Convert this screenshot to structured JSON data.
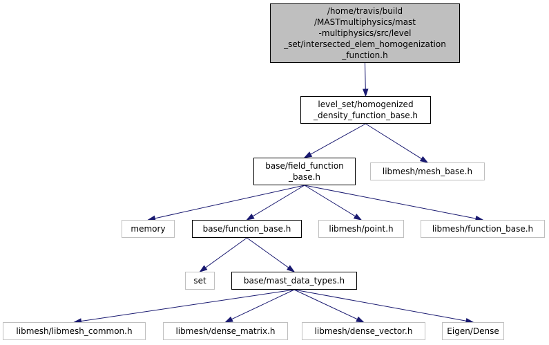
{
  "colors": {
    "edge": "#191970",
    "root_fill": "#bfbfbf",
    "documented_border": "#000000",
    "external_border": "#bfbfbf",
    "external_text": "#404040",
    "text": "#000000"
  },
  "nodes": [
    {
      "id": "root",
      "lines": [
        "/home/travis/build",
        "/MASTmultiphysics/mast",
        "-multiphysics/src/level",
        "_set/intersected_elem_homogenization",
        "_function.h"
      ],
      "kind": "root"
    },
    {
      "id": "homog",
      "lines": [
        "level_set/homogenized",
        "_density_function_base.h"
      ],
      "kind": "documented"
    },
    {
      "id": "field",
      "lines": [
        "base/field_function",
        "_base.h"
      ],
      "kind": "documented"
    },
    {
      "id": "meshbase",
      "lines": [
        "libmesh/mesh_base.h"
      ],
      "kind": "external"
    },
    {
      "id": "memory",
      "lines": [
        "memory"
      ],
      "kind": "external"
    },
    {
      "id": "funcbase",
      "lines": [
        "base/function_base.h"
      ],
      "kind": "documented"
    },
    {
      "id": "point",
      "lines": [
        "libmesh/point.h"
      ],
      "kind": "external"
    },
    {
      "id": "lmfunc",
      "lines": [
        "libmesh/function_base.h"
      ],
      "kind": "external"
    },
    {
      "id": "set",
      "lines": [
        "set"
      ],
      "kind": "external"
    },
    {
      "id": "mdt",
      "lines": [
        "base/mast_data_types.h"
      ],
      "kind": "documented"
    },
    {
      "id": "common",
      "lines": [
        "libmesh/libmesh_common.h"
      ],
      "kind": "external"
    },
    {
      "id": "dmatrix",
      "lines": [
        "libmesh/dense_matrix.h"
      ],
      "kind": "external"
    },
    {
      "id": "dvector",
      "lines": [
        "libmesh/dense_vector.h"
      ],
      "kind": "external"
    },
    {
      "id": "eigen",
      "lines": [
        "Eigen/Dense"
      ],
      "kind": "external"
    }
  ],
  "edges": [
    [
      "root",
      "homog"
    ],
    [
      "homog",
      "field"
    ],
    [
      "homog",
      "meshbase"
    ],
    [
      "field",
      "memory"
    ],
    [
      "field",
      "funcbase"
    ],
    [
      "field",
      "point"
    ],
    [
      "field",
      "lmfunc"
    ],
    [
      "funcbase",
      "set"
    ],
    [
      "funcbase",
      "mdt"
    ],
    [
      "mdt",
      "common"
    ],
    [
      "mdt",
      "dmatrix"
    ],
    [
      "mdt",
      "dvector"
    ],
    [
      "mdt",
      "eigen"
    ]
  ]
}
